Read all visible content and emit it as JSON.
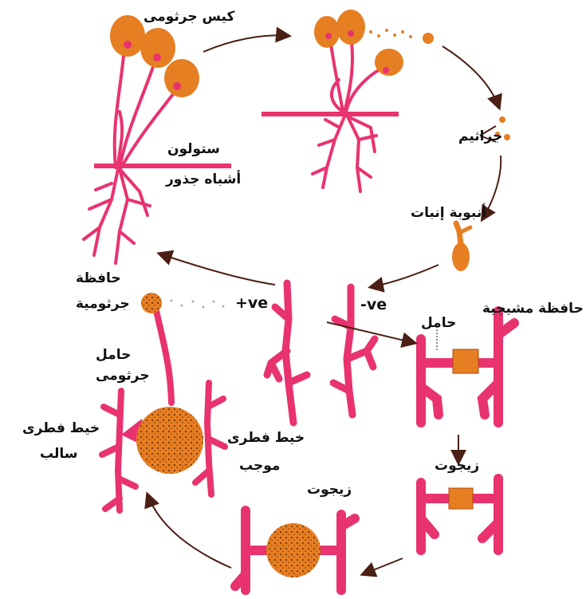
{
  "colors": {
    "hypha": "#e8336f",
    "spore": "#e67e22",
    "spore_dark": "#b3470f",
    "arrow": "#4a1f14",
    "text": "#111111"
  },
  "labels": {
    "sporangium": "كيس جرثومى",
    "stolon": "ستولون",
    "rhizoids": "أشباه جذور",
    "spores": "جراثيم",
    "germ_tube": "أنبوبة إنبات",
    "sporangium_cap_line1": "حافظة",
    "sporangium_cap_line2": "جرثومية",
    "sporangiophore_line1": "حامل",
    "sporangiophore_line2": "جرثومى",
    "plus_strain": "+ve",
    "minus_strain": "-ve",
    "gametangium": "حافظة مشيجية",
    "suspensor": "حامل",
    "minus_hypha_line1": "خيط فطرى",
    "minus_hypha_line2": "سالب",
    "plus_hypha_line1": "خيط فطرى",
    "plus_hypha_line2": "موجب",
    "zygote_upper": "زيجوت",
    "zygote_lower": "زيجوت"
  }
}
